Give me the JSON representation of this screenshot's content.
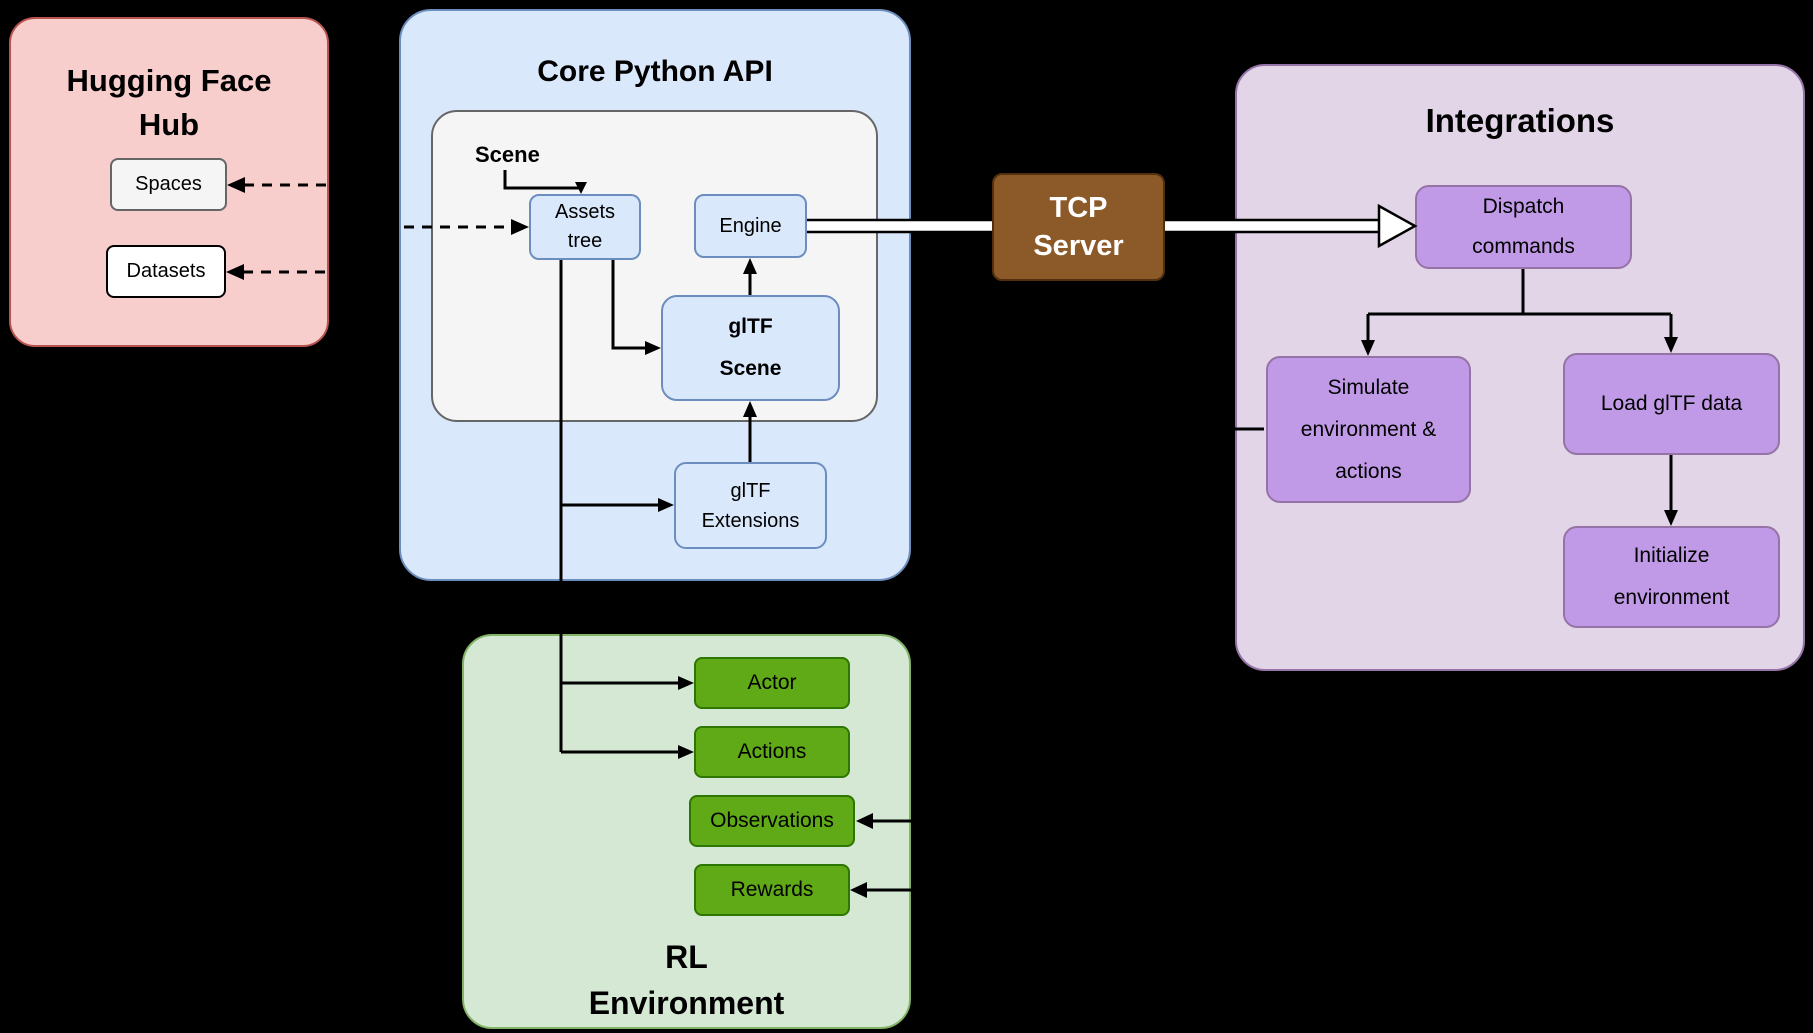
{
  "background": "#000000",
  "hub": {
    "title": "Hugging Face\nHub",
    "spaces": "Spaces",
    "datasets": "Datasets",
    "fill": "#F8CECC",
    "stroke": "#B85450"
  },
  "core": {
    "title": "Core Python API",
    "scene_label": "Scene",
    "assets_tree": "Assets\ntree",
    "engine": "Engine",
    "gltf_scene": "glTF\nScene",
    "gltf_extensions": "glTF\nExtensions",
    "fill": "#DAE8FC",
    "stroke": "#6C8EBF",
    "scene_group_fill": "#F5F5F5",
    "scene_group_stroke": "#666666"
  },
  "tcp_server": {
    "label": "TCP\nServer",
    "fill": "#8C5A28",
    "stroke": "#52300E",
    "text_color": "#FFFFFF"
  },
  "integrations": {
    "title": "Integrations",
    "dispatch_commands": "Dispatch\ncommands",
    "simulate": "Simulate\nenvironment &\nactions",
    "load_gltf_data": "Load glTF data",
    "initialize": "Initialize\nenvironment",
    "fill": "#E1D5E7",
    "stroke": "#9673A6",
    "node_fill": "#C09AE6"
  },
  "rl": {
    "title": "RL\nEnvironment",
    "items": [
      "Actor",
      "Actions",
      "Observations",
      "Rewards"
    ],
    "fill": "#D5E8D4",
    "stroke": "#82B366",
    "node_fill": "#60A917"
  },
  "connections": {
    "line_color": "#000000",
    "hollow_arrow_fill": "#FFFFFF",
    "hub_links_style": "dashed-bidirectional"
  }
}
